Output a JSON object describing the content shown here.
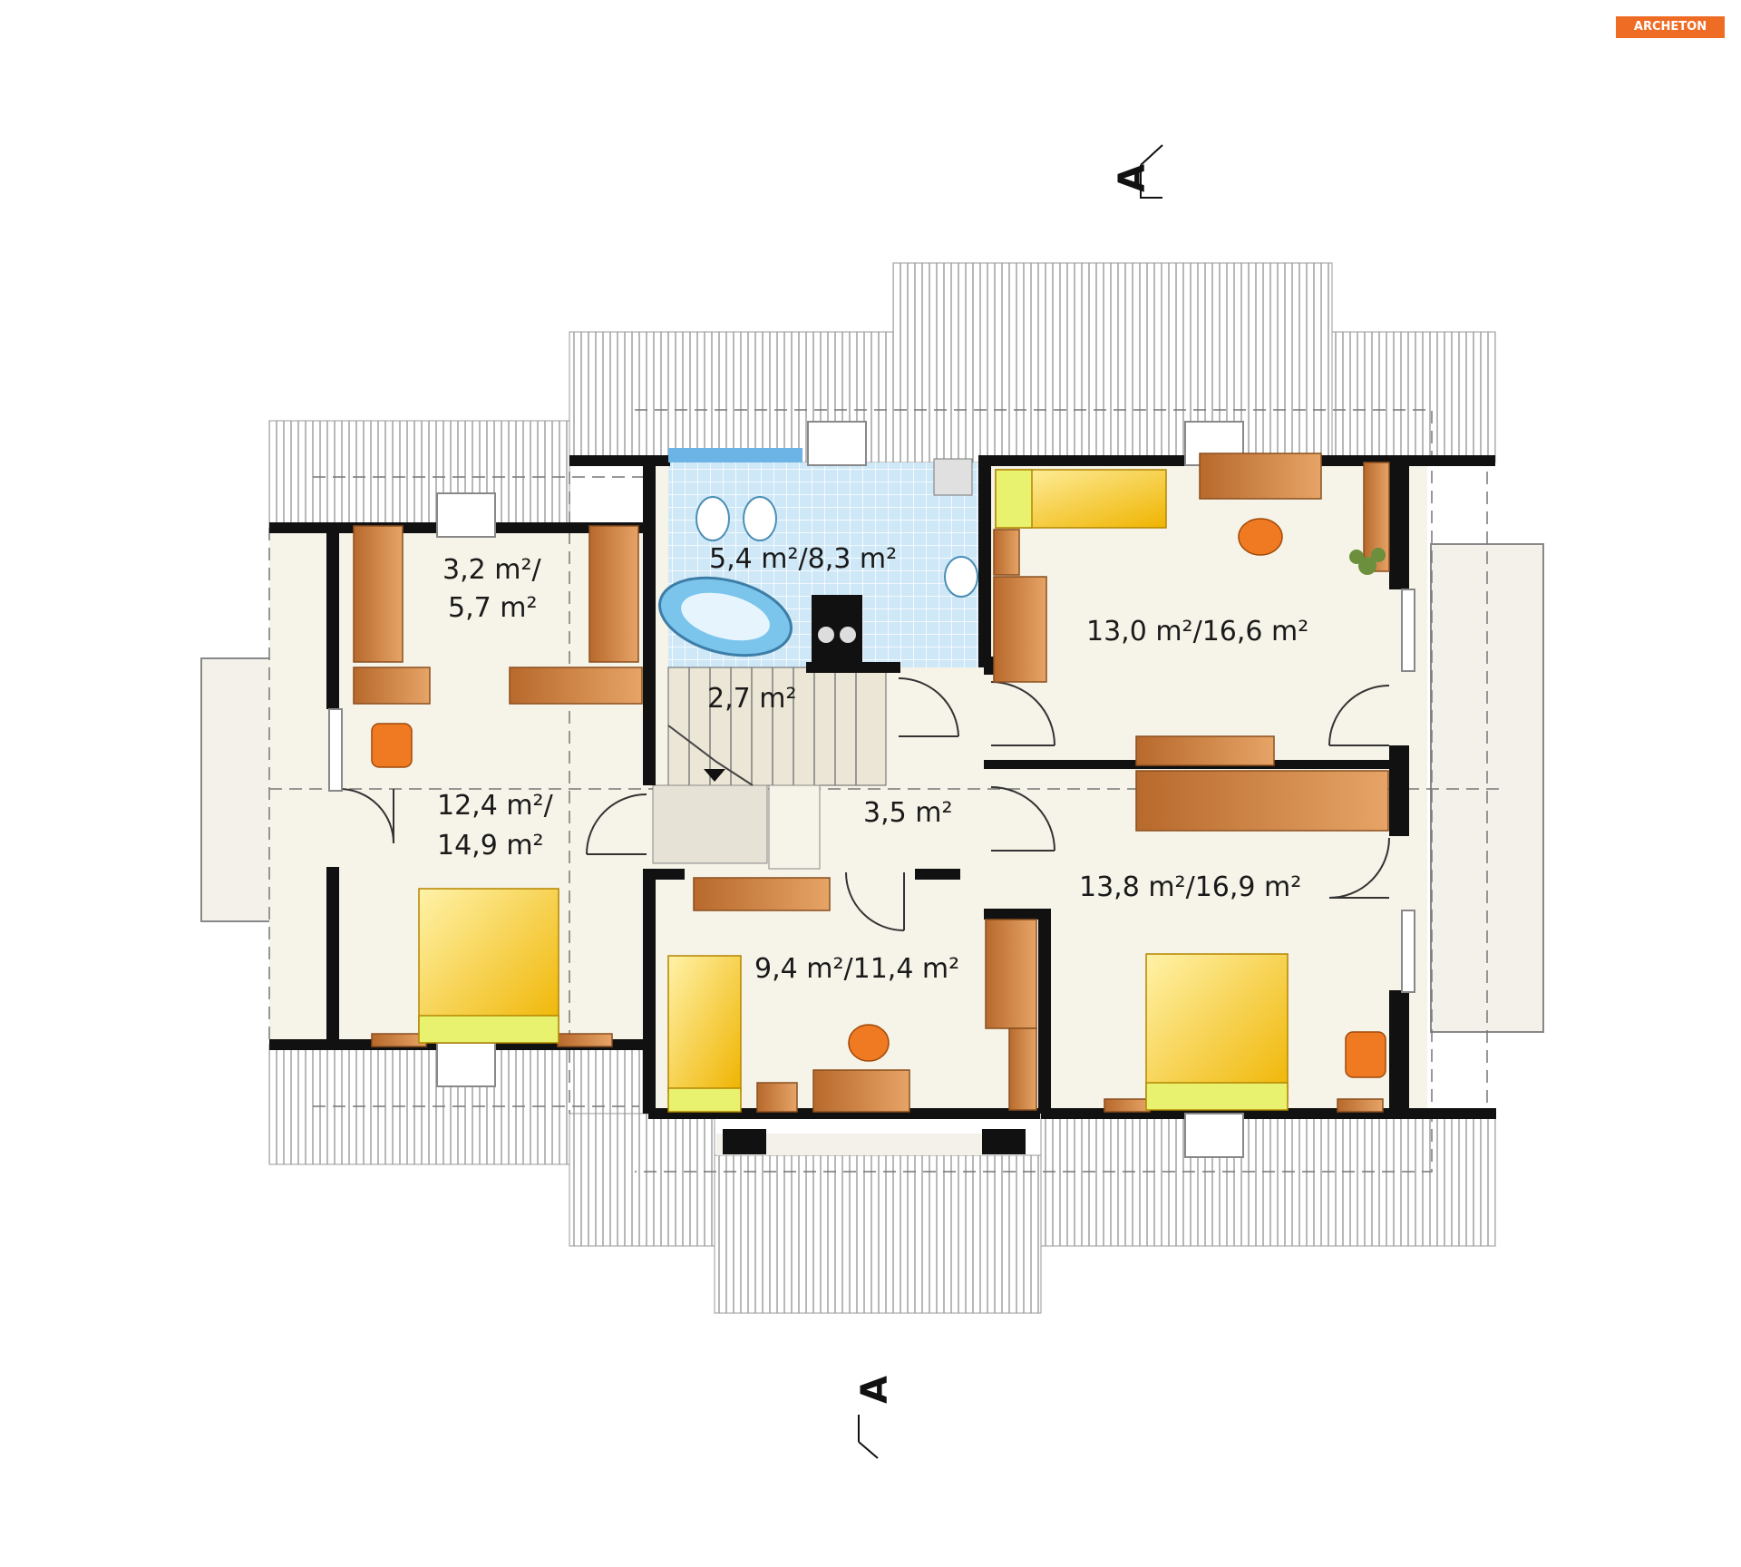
{
  "brand": {
    "name": "ARCHETON",
    "color": "#ef6c25"
  },
  "section_marker": {
    "label": "A"
  },
  "rooms": [
    {
      "id": "wardrobe",
      "label_lines": [
        "3,2 m²/",
        "5,7 m²"
      ]
    },
    {
      "id": "bathroom",
      "label_lines": [
        "5,4 m²/8,3 m²"
      ]
    },
    {
      "id": "stair",
      "label_lines": [
        "2,7 m²"
      ]
    },
    {
      "id": "hall",
      "label_lines": [
        "3,5 m²"
      ]
    },
    {
      "id": "bedroom-west",
      "label_lines": [
        "12,4 m²/",
        "14,9 m²"
      ]
    },
    {
      "id": "bedroom-south",
      "label_lines": [
        "9,4 m²/11,4 m²"
      ]
    },
    {
      "id": "bedroom-northeast",
      "label_lines": [
        "13,0 m²/16,6 m²"
      ]
    },
    {
      "id": "bedroom-southeast",
      "label_lines": [
        "13,8 m²/16,9 m²"
      ]
    }
  ],
  "colors": {
    "floor": "#f6f3e8",
    "wall": "#111111",
    "roof": "#ffffff",
    "roof_line": "#9a9a9a",
    "bathroom_tile": "#cfe8f7",
    "wood": "#c97b3a",
    "bed": "#f3c21a",
    "chair": "#f07a21",
    "terrace": "#f4f1ea"
  }
}
